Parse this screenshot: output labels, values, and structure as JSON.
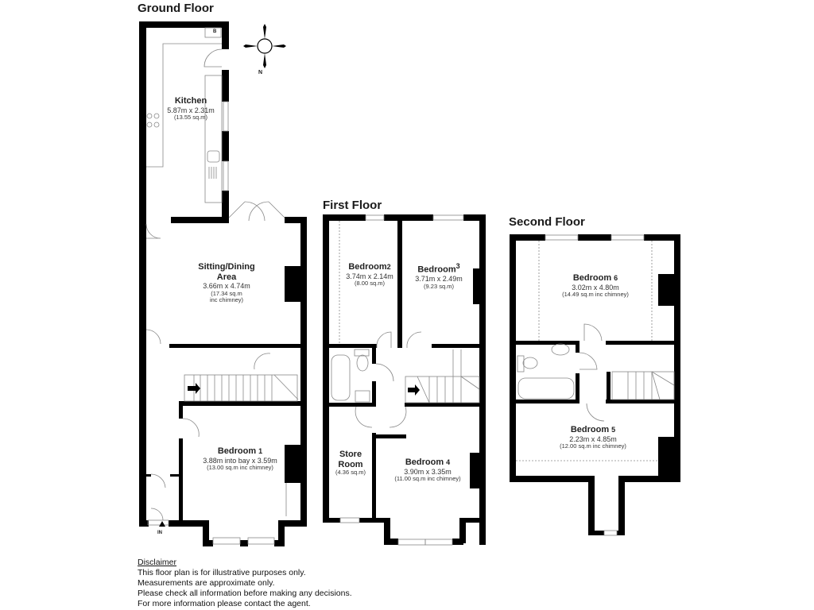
{
  "floors": {
    "ground": {
      "title": "Ground Floor",
      "rooms": [
        {
          "name": "Kitchen",
          "num": "",
          "dimensions": "5.87m x 2.31m",
          "area": "(13.55 sq.m)"
        },
        {
          "name": "Sitting/Dining",
          "name2": "Area",
          "num": "",
          "dimensions": "3.66m x 4.74m",
          "area": "(17.34 sq.m",
          "area2": "inc chimney)"
        },
        {
          "name": "Bedroom",
          "num": "1",
          "dimensions": "3.88m into bay x 3.59m",
          "area": "(13.00 sq.m inc chimney)"
        }
      ],
      "entrance_label": "IN",
      "boiler_label": "B"
    },
    "first": {
      "title": "First Floor",
      "rooms": [
        {
          "name": "Bedroom",
          "num": "2",
          "dimensions": "3.74m x 2.14m",
          "area": "(8.00 sq.m)"
        },
        {
          "name": "Bedroom",
          "num": "3",
          "dimensions": "3.71m x 2.49m",
          "area": "(9.23 sq.m)"
        },
        {
          "name": "Store",
          "name2": "Room",
          "num": "",
          "dimensions": "",
          "area": "(4.36 sq.m)"
        },
        {
          "name": "Bedroom",
          "num": "4",
          "dimensions": "3.90m x 3.35m",
          "area": "(11.00 sq.m inc chimney)"
        }
      ]
    },
    "second": {
      "title": "Second Floor",
      "rooms": [
        {
          "name": "Bedroom",
          "num": "6",
          "dimensions": "3.02m x 4.80m",
          "area": "(14.49 sq.m inc chimney)"
        },
        {
          "name": "Bedroom",
          "num": "5",
          "dimensions": "2.23m x 4.85m",
          "area": "(12.00 sq.m inc chimney)"
        }
      ]
    }
  },
  "compass": {
    "label": "N"
  },
  "disclaimer": {
    "heading": "Disclaimer",
    "lines": [
      "This floor plan is for illustrative purposes only.",
      "Measurements are approximate only.",
      "Please check all information before making any decisions.",
      "For more information please contact the agent."
    ]
  },
  "colors": {
    "wall": "#000000",
    "background": "#ffffff",
    "fixture": "#888888"
  }
}
